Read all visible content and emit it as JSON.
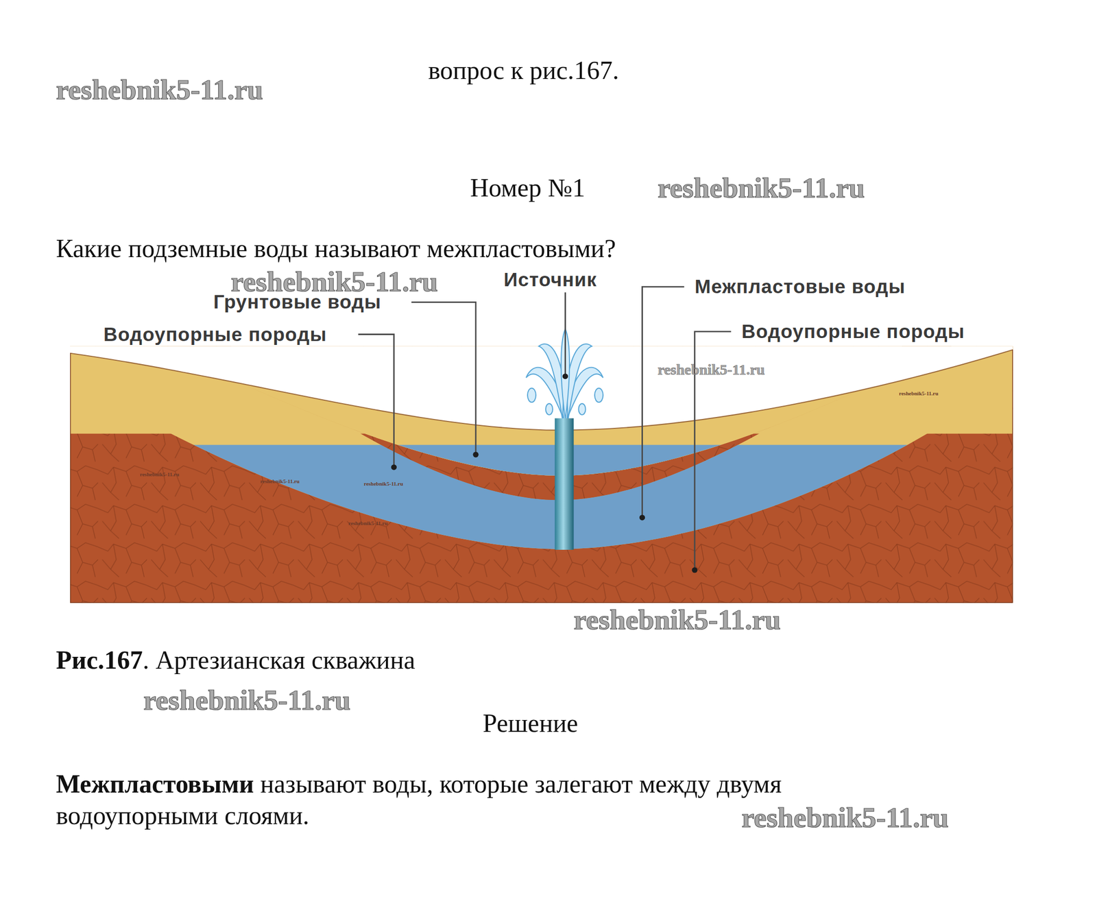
{
  "diagram": {
    "title": "вопрос к рис.167.",
    "labels": [
      "reshebnik5-11.ru",
      "Номер №1",
      "reshebnik5-11.ru",
      "Какие подземные воды называют межпластовыми?",
      "reshebnik5-11.ru",
      "Источник",
      "Межпластовые воды",
      "Грунтовые воды",
      "Водоупорные породы",
      "Водоупорные породы",
      "reshebnik5-11.ru",
      "reshebnik5-11.ru",
      "reshebnik5-11.ru",
      "reshebnik5-11.ru",
      "reshebnik5-11.ru",
      "reshebnik5-11.ru",
      "reshebnik5-11.ru",
      "Рис.167",
      ". Артезианская скважина",
      "reshebnik5-11.ru",
      "Решение",
      "Межпластовыми",
      " называют воды, которые залегают между двумя водоупорными слоями.",
      "reshebnik5-11.ru"
    ]
  }
}
